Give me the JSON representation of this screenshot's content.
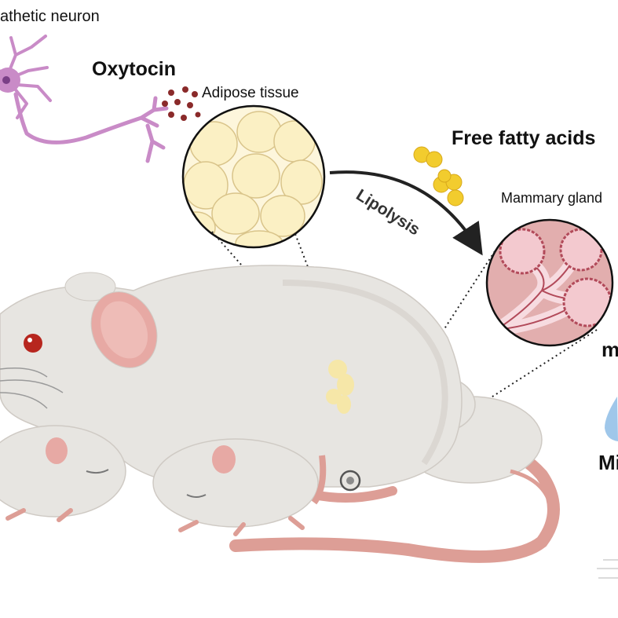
{
  "labels": {
    "neuron": "athetic neuron",
    "oxytocin": "Oxytocin",
    "adipose": "Adipose tissue",
    "free_fatty_acids": "Free fatty acids",
    "lipolysis": "Lipolysis",
    "mammary": "Mammary gland",
    "cut_m": "m",
    "cut_mi": "Mi"
  },
  "colors": {
    "neuron": "#c98bc7",
    "neuron_nucleus": "#7a3f86",
    "oxytocin_dot": "#8a2a2a",
    "adipocyte": "#fbf0c4",
    "fatty_acid": "#f2cc2e",
    "mammary_bg": "#e2aeae",
    "mammary_alveolus": "#f3c9cf",
    "mammary_wall": "#b24a5a",
    "mouse_body": "#e7e5e1",
    "mouse_ear": "#e7a9a4",
    "tail": "#dd9e96",
    "eye": "#b7261e",
    "milk_drop": "#9fc7ea"
  },
  "icons": [
    "neuron-icon",
    "adipocyte-icon",
    "fatty-acid-icon",
    "mammary-gland-icon",
    "mouse-icon",
    "pup-icon",
    "milk-drop-icon",
    "arrow-icon"
  ]
}
